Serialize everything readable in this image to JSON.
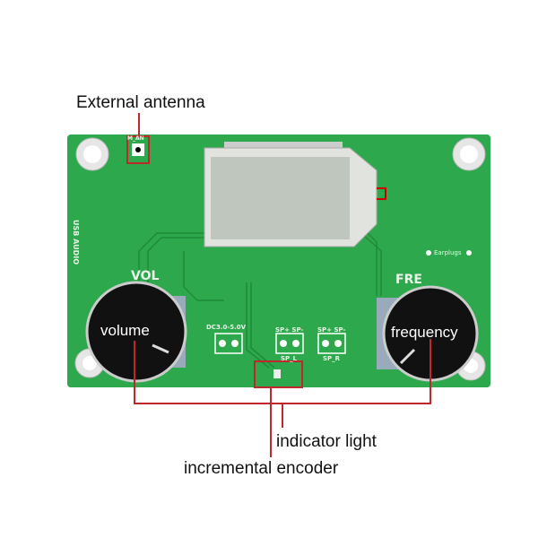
{
  "annotations": {
    "antenna": "External antenna",
    "indicator": "indicator light",
    "encoder": "incremental encoder",
    "volume": "volume",
    "frequency": "frequency"
  },
  "silkscreen": {
    "antenna_pad": "M_AN",
    "usb": "USB AUDIO",
    "vol": "VOL",
    "fre": "FRE",
    "earplugs": "Earplugs",
    "dc": "DC3.0-5.0V",
    "sp_header_left": "SP+ SP-",
    "sp_header_right": "SP+ SP-",
    "sp_l": "SP_L",
    "sp_r": "SP_R"
  },
  "colors": {
    "board": "#2ea84c",
    "annotation_line": "#c0272d",
    "lcd": "#bfc6bd"
  }
}
